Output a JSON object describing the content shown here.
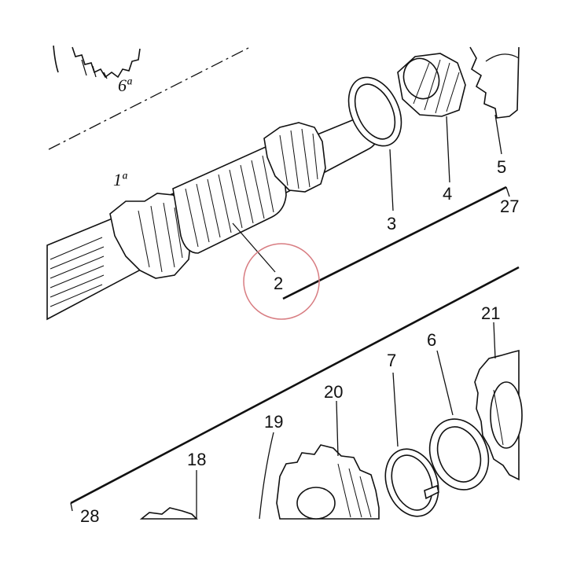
{
  "labels": {
    "l2": "2",
    "l3": "3",
    "l4": "4",
    "l5": "5",
    "l6": "6",
    "l7": "7",
    "l18": "18",
    "l19": "19",
    "l20": "20",
    "l21": "21",
    "l27": "27",
    "l28": "28"
  },
  "ordinals": {
    "gear1": "1ª",
    "gear6": "6ª"
  },
  "colors": {
    "ink": "#111111",
    "highlight_circle": "#d87d82",
    "background": "#ffffff"
  }
}
